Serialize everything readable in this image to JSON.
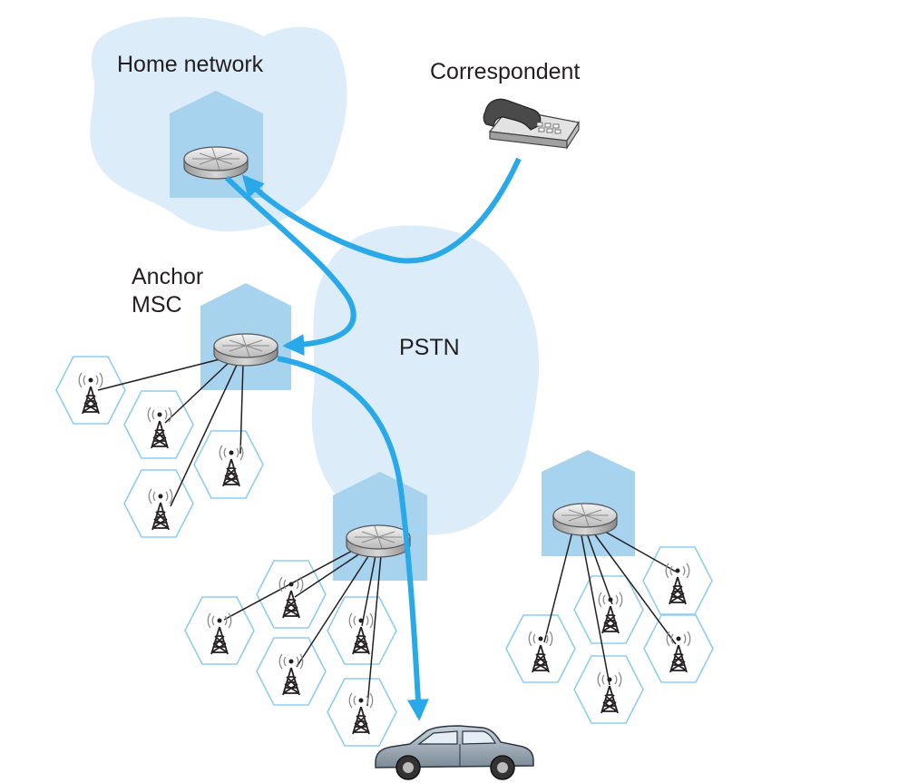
{
  "labels": {
    "home_network": "Home network",
    "correspondent": "Correspondent",
    "anchor_msc_line1": "Anchor",
    "anchor_msc_line2": "MSC",
    "pstn": "PSTN"
  },
  "colors": {
    "cloud": "#dcedf9",
    "building": "#a7d3ef",
    "arrow": "#2aa9e8",
    "hexagon": "#8ecdf0",
    "link": "#231f20"
  },
  "icons": [
    "router-icon",
    "telephone-icon",
    "cell-tower-icon",
    "car-icon"
  ]
}
